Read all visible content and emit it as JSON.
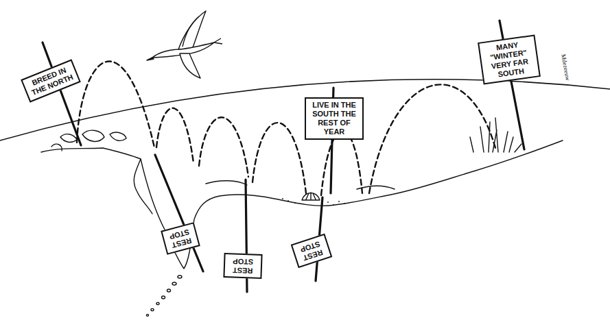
{
  "diagram": {
    "nodes": [
      {
        "text": [
          "BREED IN THE NORTH"
        ]
      },
      {
        "text": [
          "REST STOP"
        ]
      },
      {
        "text": [
          "REST STOP"
        ]
      },
      {
        "text": [
          "LIVE IN THE SOUTH THE REST OF YEAR"
        ]
      },
      {
        "text": [
          "REST STOP"
        ]
      },
      {
        "text": [
          "MANY \"WINTER\" VERY FAR SOUTH"
        ]
      }
    ],
    "labels": [
      "Mdezeeuw"
    ]
  }
}
